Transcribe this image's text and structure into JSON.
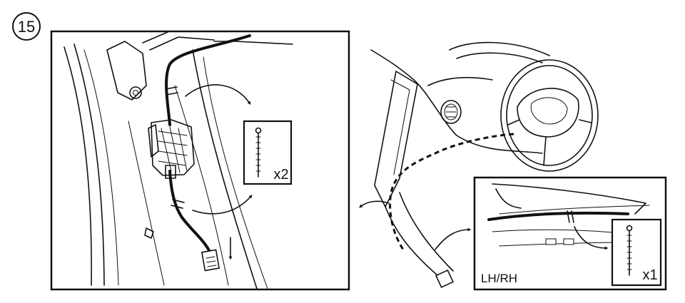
{
  "step": {
    "number": "15"
  },
  "left_panel": {
    "callout": {
      "quantity": "x2",
      "icon": "cable-tie-icon"
    }
  },
  "right_panel": {
    "inset": {
      "label": "LH/RH",
      "callout": {
        "quantity": "x1",
        "icon": "cable-tie-icon"
      }
    }
  },
  "colors": {
    "line": "#111111",
    "background": "#ffffff"
  }
}
